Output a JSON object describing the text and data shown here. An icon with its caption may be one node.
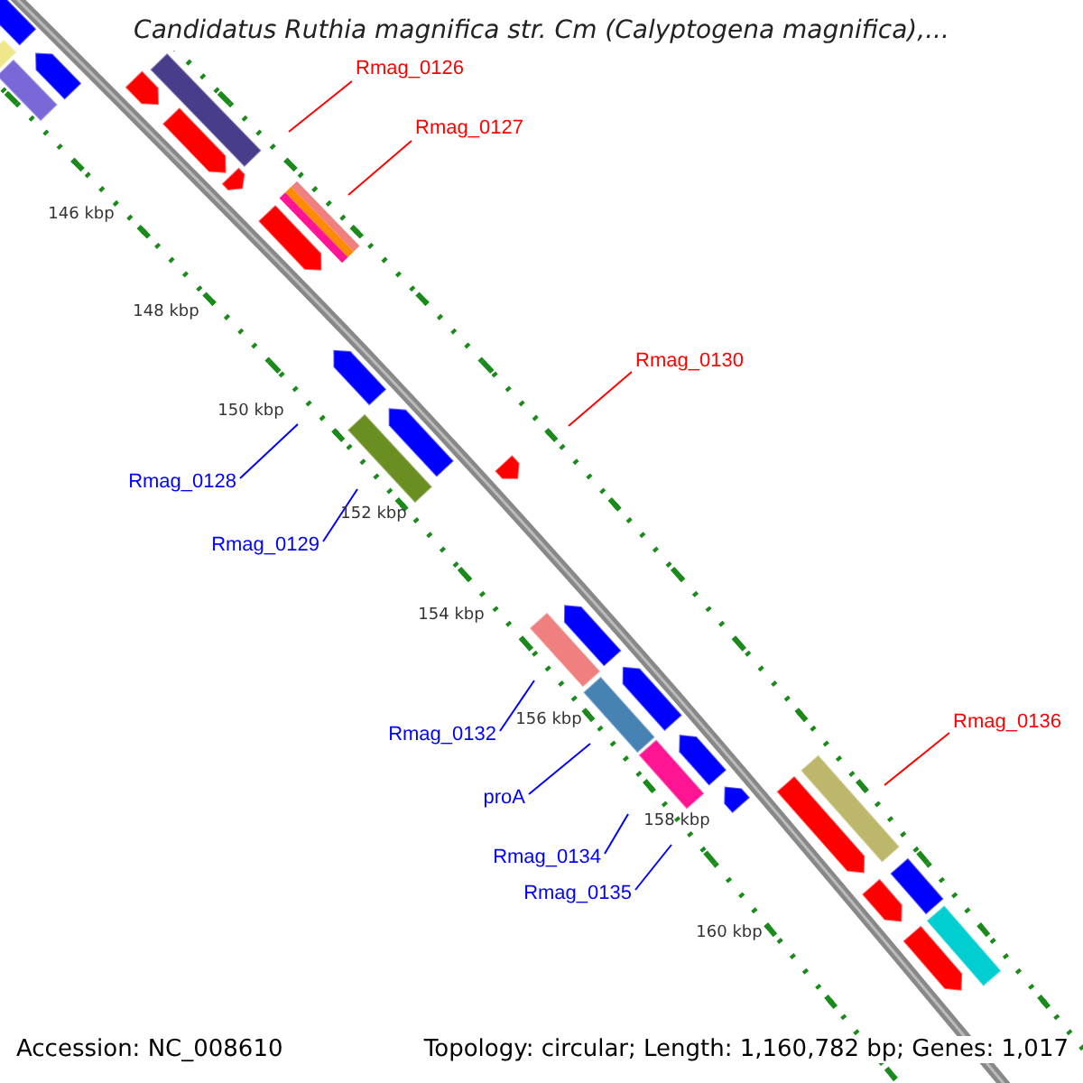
{
  "diagram": {
    "title": "Candidatus Ruthia magnifica str. Cm (Calyptogena magnifica),...",
    "nodes": [
      {
        "text": [
          "Rmag_0126"
        ]
      },
      {
        "text": [
          "Rmag_0127"
        ]
      },
      {
        "text": [
          "Rmag_0130"
        ]
      },
      {
        "text": [
          "Rmag_0128"
        ]
      },
      {
        "text": [
          "Rmag_0129"
        ]
      },
      {
        "text": [
          "Rmag_0136"
        ]
      },
      {
        "text": [
          "Rmag_0132"
        ]
      },
      {
        "text": [
          "proA"
        ]
      },
      {
        "text": [
          "Rmag_0134"
        ]
      },
      {
        "text": [
          "Rmag_0135"
        ]
      }
    ],
    "edges": [
      {
        "from": 0,
        "to": null,
        "arrow": "none",
        "color": "#ff0000"
      },
      {
        "from": 1,
        "to": null,
        "arrow": "none",
        "color": "#ff0000"
      },
      {
        "from": 2,
        "to": null,
        "arrow": "none",
        "color": "#ff0000"
      },
      {
        "from": 3,
        "to": null,
        "arrow": "none"
      },
      {
        "from": 4,
        "to": null,
        "arrow": "none"
      },
      {
        "from": 5,
        "to": null,
        "arrow": "none",
        "color": "#ff0000"
      },
      {
        "from": 6,
        "to": null,
        "arrow": "none"
      },
      {
        "from": 7,
        "to": null,
        "arrow": "none"
      },
      {
        "from": 8,
        "to": null,
        "arrow": "none"
      },
      {
        "from": 9,
        "to": null,
        "arrow": "none"
      }
    ],
    "labels": [
      "146 kbp",
      "148 kbp",
      "150 kbp",
      "152 kbp",
      "154 kbp",
      "156 kbp",
      "158 kbp",
      "160 kbp",
      "Accession: NC_008610",
      "Topology: circular; Length: 1,160,782 bp; Genes: 1,017"
    ]
  }
}
